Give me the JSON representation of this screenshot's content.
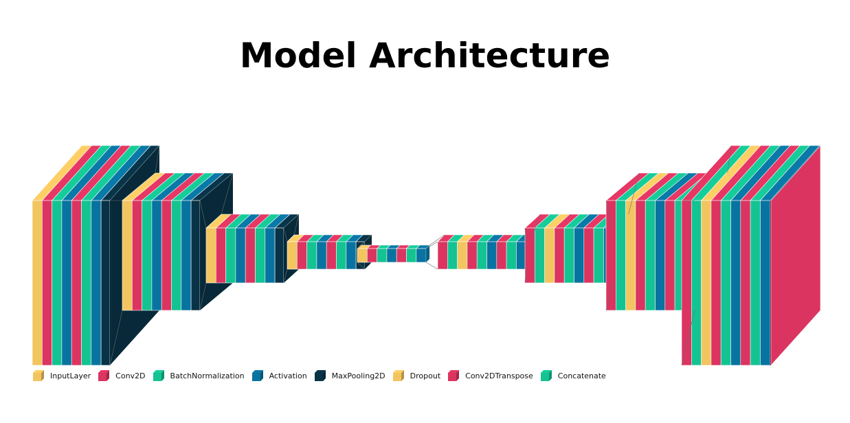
{
  "title": "Model Architecture",
  "legend": [
    {
      "label": "InputLayer",
      "color": "#F2C560"
    },
    {
      "label": "Conv2D",
      "color": "#DB3460"
    },
    {
      "label": "BatchNormalization",
      "color": "#14C392"
    },
    {
      "label": "Activation",
      "color": "#0873A0"
    },
    {
      "label": "MaxPooling2D",
      "color": "#083246"
    },
    {
      "label": "Dropout",
      "color": "#F2C560"
    },
    {
      "label": "Conv2DTranspose",
      "color": "#DB3460"
    },
    {
      "label": "Concatenate",
      "color": "#14C392"
    }
  ],
  "layer_sequence": [
    "InputLayer",
    "Conv2D",
    "BatchNormalization",
    "Activation",
    "Conv2D",
    "BatchNormalization",
    "Activation",
    "MaxPooling2D",
    "Dropout",
    "Conv2D",
    "BatchNormalization",
    "Activation",
    "Conv2D",
    "BatchNormalization",
    "Activation",
    "MaxPooling2D",
    "Dropout",
    "Conv2D",
    "BatchNormalization",
    "Activation",
    "Conv2D",
    "BatchNormalization",
    "Activation",
    "MaxPooling2D",
    "Dropout",
    "Conv2D",
    "BatchNormalization",
    "Activation",
    "Conv2D",
    "BatchNormalization",
    "Activation",
    "MaxPooling2D",
    "Dropout",
    "Conv2D",
    "BatchNormalization",
    "Activation",
    "Conv2D",
    "BatchNormalization",
    "Activation",
    "Conv2DTranspose",
    "Concatenate",
    "Dropout",
    "Conv2D",
    "BatchNormalization",
    "Activation",
    "Conv2D",
    "BatchNormalization",
    "Activation",
    "Conv2DTranspose",
    "Concatenate",
    "Dropout",
    "Conv2D",
    "BatchNormalization",
    "Activation",
    "Conv2D",
    "BatchNormalization",
    "Activation",
    "Conv2DTranspose",
    "Concatenate",
    "Dropout",
    "Conv2D",
    "BatchNormalization",
    "Activation",
    "Conv2D",
    "BatchNormalization",
    "Activation",
    "Conv2DTranspose",
    "Concatenate",
    "Dropout",
    "Conv2D",
    "BatchNormalization",
    "Activation",
    "Conv2D",
    "BatchNormalization",
    "Activation",
    "Conv2D"
  ]
}
